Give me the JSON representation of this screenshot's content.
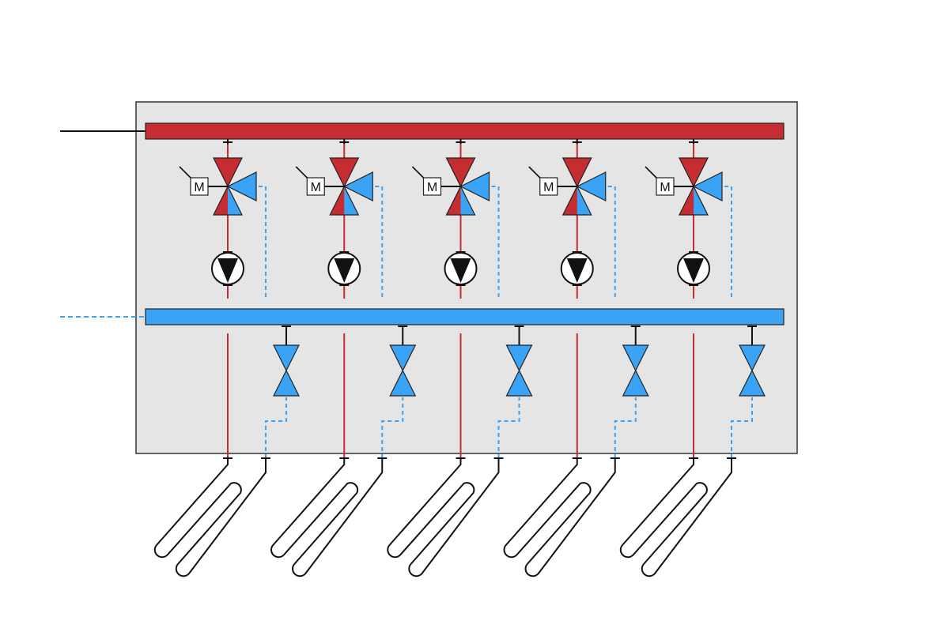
{
  "colors": {
    "supply": "#c62d31",
    "return": "#3aa3f5",
    "cabinet_fill": "#e5e5e5",
    "cabinet_stroke": "#333333",
    "line": "#111111",
    "background": "#ffffff"
  },
  "motor_label": "M",
  "circuits": [
    {
      "id": 1
    },
    {
      "id": 2
    },
    {
      "id": 3
    },
    {
      "id": 4
    },
    {
      "id": 5
    }
  ],
  "components": {
    "supply_manifold": "supply-manifold",
    "return_manifold": "return-manifold",
    "mixing_valve": "three-way-mixing-valve-icon",
    "actuator": "motor-actuator-icon",
    "pump": "circulation-pump-icon",
    "balancing_valve": "balancing-valve-icon",
    "heating_loop": "underfloor-heating-loop-icon"
  }
}
